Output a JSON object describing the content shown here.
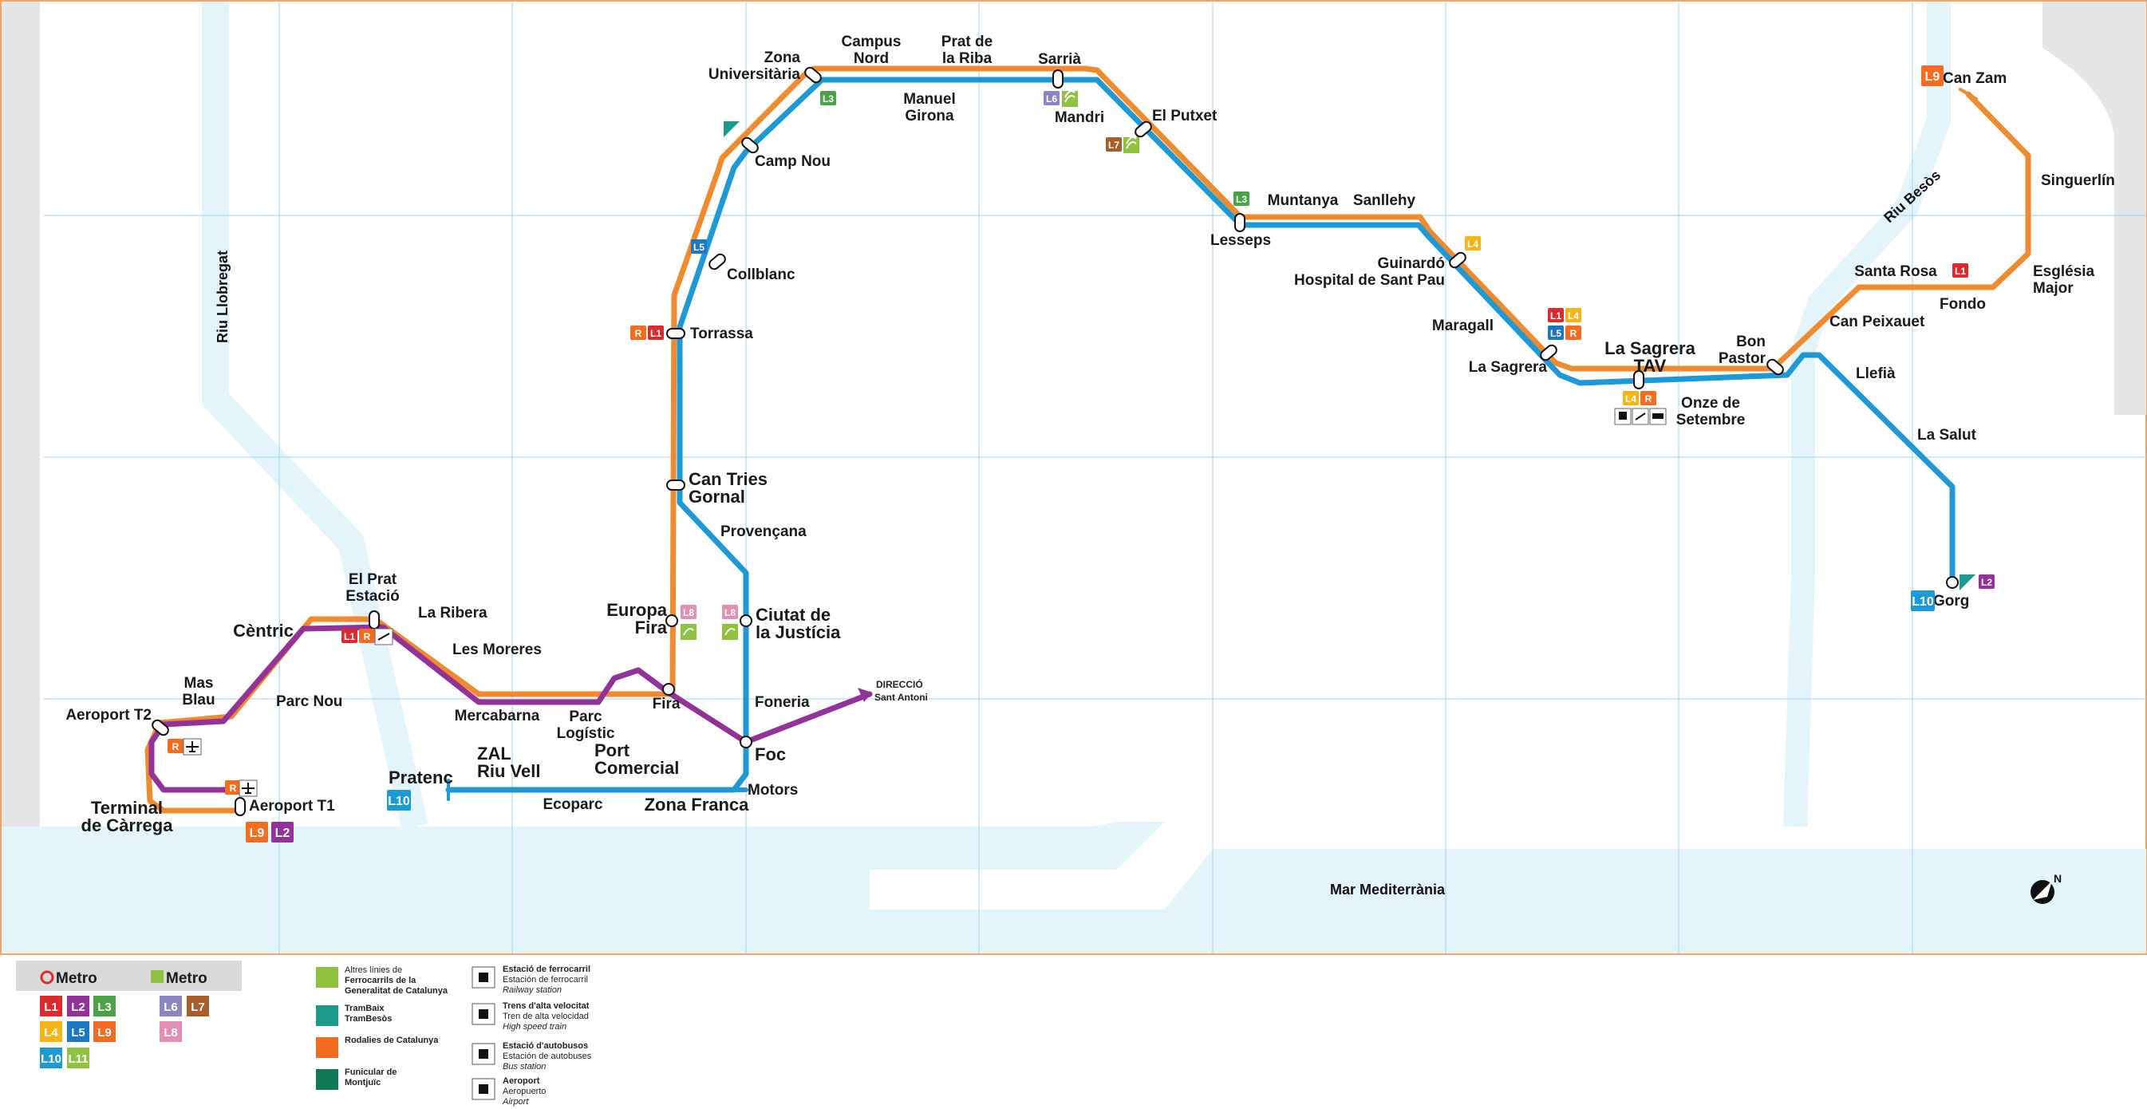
{
  "colors": {
    "orange": "#f08a2c",
    "blue": "#1d9ad6",
    "purple": "#93339a",
    "water": "#e3f4fb",
    "grid": "#9fd3ee",
    "land_grey": "#e6e6e6",
    "frame": "#f4a564"
  },
  "geography": {
    "sea": "Mar Mediterrània",
    "river_llobregat": "Riu Llobregat",
    "river_besos": "Riu Besòs",
    "north": "N"
  },
  "direction": {
    "line1": "DIRECCIÓ",
    "line2": "Sant Antoni"
  },
  "stations": [
    {
      "id": "zona-universitaria",
      "lines": [
        "Zona",
        "Universitària"
      ]
    },
    {
      "id": "campus-nord",
      "lines": [
        "Campus",
        "Nord"
      ]
    },
    {
      "id": "prat-de-la-riba",
      "lines": [
        "Prat de",
        "la Riba"
      ]
    },
    {
      "id": "manuel-girona",
      "lines": [
        "Manuel",
        "Girona"
      ]
    },
    {
      "id": "sarria",
      "lines": [
        "Sarrià"
      ]
    },
    {
      "id": "mandri",
      "lines": [
        "Mandri"
      ]
    },
    {
      "id": "el-putxet",
      "lines": [
        "El Putxet"
      ]
    },
    {
      "id": "lesseps",
      "lines": [
        "Lesseps"
      ]
    },
    {
      "id": "muntanya",
      "lines": [
        "Muntanya"
      ]
    },
    {
      "id": "sanllehy",
      "lines": [
        "Sanllehy"
      ]
    },
    {
      "id": "guinardo",
      "lines": [
        "Guinardó",
        "Hospital de Sant Pau"
      ]
    },
    {
      "id": "maragall",
      "lines": [
        "Maragall"
      ]
    },
    {
      "id": "la-sagrera",
      "lines": [
        "La Sagrera"
      ]
    },
    {
      "id": "la-sagrera-tav",
      "lines": [
        "La Sagrera",
        "TAV"
      ]
    },
    {
      "id": "onze-de-setembre",
      "lines": [
        "Onze de",
        "Setembre"
      ]
    },
    {
      "id": "bon-pastor",
      "lines": [
        "Bon",
        "Pastor"
      ]
    },
    {
      "id": "can-peixauet",
      "lines": [
        "Can Peixauet"
      ]
    },
    {
      "id": "santa-rosa",
      "lines": [
        "Santa Rosa"
      ]
    },
    {
      "id": "fondo",
      "lines": [
        "Fondo"
      ]
    },
    {
      "id": "esglesia-major",
      "lines": [
        "Església",
        "Major"
      ]
    },
    {
      "id": "singuerlin",
      "lines": [
        "Singuerlín"
      ]
    },
    {
      "id": "can-zam",
      "lines": [
        "Can Zam"
      ]
    },
    {
      "id": "llefia",
      "lines": [
        "Llefià"
      ]
    },
    {
      "id": "la-salut",
      "lines": [
        "La Salut"
      ]
    },
    {
      "id": "gorg",
      "lines": [
        "Gorg"
      ]
    },
    {
      "id": "camp-nou",
      "lines": [
        "Camp Nou"
      ]
    },
    {
      "id": "collblanc",
      "lines": [
        "Collblanc"
      ]
    },
    {
      "id": "torrassa",
      "lines": [
        "Torrassa"
      ]
    },
    {
      "id": "can-tries-gornal",
      "lines": [
        "Can Tries",
        "Gornal"
      ]
    },
    {
      "id": "provenca",
      "lines": [
        "Provençana"
      ]
    },
    {
      "id": "europa-fira",
      "lines": [
        "Europa",
        "Fira"
      ]
    },
    {
      "id": "ciutat-de-la-justicia",
      "lines": [
        "Ciutat de",
        "la Justícia"
      ]
    },
    {
      "id": "fira",
      "lines": [
        "Fira"
      ]
    },
    {
      "id": "foneria",
      "lines": [
        "Foneria"
      ]
    },
    {
      "id": "foc",
      "lines": [
        "Foc"
      ]
    },
    {
      "id": "motors",
      "lines": [
        "Motors"
      ]
    },
    {
      "id": "zona-franca",
      "lines": [
        "Zona Franca"
      ]
    },
    {
      "id": "port-comercial",
      "lines": [
        "Port",
        "Comercial"
      ]
    },
    {
      "id": "ecoparc",
      "lines": [
        "Ecoparc"
      ]
    },
    {
      "id": "zal-riu-vell",
      "lines": [
        "ZAL",
        "Riu Vell"
      ]
    },
    {
      "id": "pratenc",
      "lines": [
        "Pratenc"
      ]
    },
    {
      "id": "parc-logistic",
      "lines": [
        "Parc",
        "Logístic"
      ]
    },
    {
      "id": "mercabarna",
      "lines": [
        "Mercabarna"
      ]
    },
    {
      "id": "les-moreres",
      "lines": [
        "Les Moreres"
      ]
    },
    {
      "id": "la-ribera",
      "lines": [
        "La Ribera"
      ]
    },
    {
      "id": "el-prat-estacio",
      "lines": [
        "El Prat",
        "Estació"
      ]
    },
    {
      "id": "centric",
      "lines": [
        "Cèntric"
      ]
    },
    {
      "id": "parc-nou",
      "lines": [
        "Parc Nou"
      ]
    },
    {
      "id": "mas-blau",
      "lines": [
        "Mas",
        "Blau"
      ]
    },
    {
      "id": "aeroport-t2",
      "lines": [
        "Aeroport T2"
      ]
    },
    {
      "id": "aeroport-t1",
      "lines": [
        "Aeroport T1"
      ]
    },
    {
      "id": "terminal-de-carrega",
      "lines": [
        "Terminal",
        "de Càrrega"
      ]
    }
  ],
  "badges": [
    {
      "id": "b-l3-zu",
      "text": "L3",
      "color": "#4aa346"
    },
    {
      "id": "b-l6-sarria",
      "text": "L6",
      "color": "#8a86c3"
    },
    {
      "id": "b-l7-putxet",
      "text": "L7",
      "color": "#a65e2a"
    },
    {
      "id": "b-l3-lesseps",
      "text": "L3",
      "color": "#4aa346"
    },
    {
      "id": "b-l4-guinardo",
      "text": "L4",
      "color": "#f6b515"
    },
    {
      "id": "b-l1-sagrera",
      "text": "L1",
      "color": "#dc2a2e"
    },
    {
      "id": "b-l4-sagrera",
      "text": "L4",
      "color": "#f6b515"
    },
    {
      "id": "b-l5-sagrera",
      "text": "L5",
      "color": "#1a77c1"
    },
    {
      "id": "b-r-sagrera",
      "text": "R",
      "color": "#f36c20"
    },
    {
      "id": "b-l4-tav",
      "text": "L4",
      "color": "#f6b515"
    },
    {
      "id": "b-r-tav",
      "text": "R",
      "color": "#f36c20"
    },
    {
      "id": "b-l1-fondo",
      "text": "L1",
      "color": "#dc2a2e"
    },
    {
      "id": "b-l9-canzam",
      "text": "L9",
      "color": "#f36c20"
    },
    {
      "id": "b-l2-gorg",
      "text": "L2",
      "color": "#93339a"
    },
    {
      "id": "b-l10-gorg",
      "text": "L10",
      "color": "#1d9ad6"
    },
    {
      "id": "b-l5-collblanc",
      "text": "L5",
      "color": "#1a77c1"
    },
    {
      "id": "b-r-torrassa",
      "text": "R",
      "color": "#f36c20"
    },
    {
      "id": "b-l1-torrassa",
      "text": "L1",
      "color": "#dc2a2e"
    },
    {
      "id": "b-l8-europa",
      "text": "L8",
      "color": "#e28fb6"
    },
    {
      "id": "b-l8-ciutat",
      "text": "L8",
      "color": "#e28fb6"
    },
    {
      "id": "b-l1-prat",
      "text": "L1",
      "color": "#dc2a2e"
    },
    {
      "id": "b-r-prat",
      "text": "R",
      "color": "#f36c20"
    },
    {
      "id": "b-r-t2",
      "text": "R",
      "color": "#f36c20"
    },
    {
      "id": "b-r-t1",
      "text": "R",
      "color": "#f36c20"
    },
    {
      "id": "b-l9-t1",
      "text": "L9",
      "color": "#f36c20"
    },
    {
      "id": "b-l2-t1",
      "text": "L2",
      "color": "#93339a"
    },
    {
      "id": "b-l10-pratenc",
      "text": "L10",
      "color": "#1d9ad6"
    }
  ],
  "legend": {
    "metro1_title": "Metro",
    "metro2_title": "Metro",
    "metro1_lines": [
      {
        "t": "L1",
        "c": "#dc2a2e"
      },
      {
        "t": "L2",
        "c": "#93339a"
      },
      {
        "t": "L3",
        "c": "#4aa346"
      },
      {
        "t": "L4",
        "c": "#f6b515"
      },
      {
        "t": "L5",
        "c": "#1a77c1"
      },
      {
        "t": "L9",
        "c": "#f36c20"
      },
      {
        "t": "L10",
        "c": "#1d9ad6"
      },
      {
        "t": "L11",
        "c": "#8fc23e"
      }
    ],
    "metro2_lines": [
      {
        "t": "L6",
        "c": "#8a86c3"
      },
      {
        "t": "L7",
        "c": "#a65e2a"
      },
      {
        "t": "L8",
        "c": "#e28fb6"
      }
    ],
    "services": [
      {
        "id": "fgc",
        "lines": [
          "Altres línies de",
          "Ferrocarrils de la",
          "Generalitat de Catalunya"
        ],
        "bold": [
          1,
          2
        ]
      },
      {
        "id": "tram",
        "lines": [
          "TramBaix",
          "TramBesòs"
        ],
        "bold": [
          0,
          1
        ]
      },
      {
        "id": "rodalies",
        "lines": [
          "Rodalies de Catalunya"
        ],
        "bold": [
          0
        ]
      },
      {
        "id": "funicular",
        "lines": [
          "Funicular de",
          "Montjuïc"
        ],
        "bold": [
          0,
          1
        ]
      }
    ],
    "facilities": [
      {
        "id": "rail",
        "bold": "Estació de ferrocarril",
        "normal": "Estación de ferrocarril",
        "italic": "Railway station"
      },
      {
        "id": "hsr",
        "bold": "Trens d'alta velocitat",
        "normal": "Tren de alta velocidad",
        "italic": "High speed train"
      },
      {
        "id": "bus",
        "bold": "Estació d'autobusos",
        "normal": "Estación de autobuses",
        "italic": "Bus station"
      },
      {
        "id": "airport",
        "bold": "Aeroport",
        "normal": "Aeropuerto",
        "italic": "Airport"
      }
    ]
  }
}
